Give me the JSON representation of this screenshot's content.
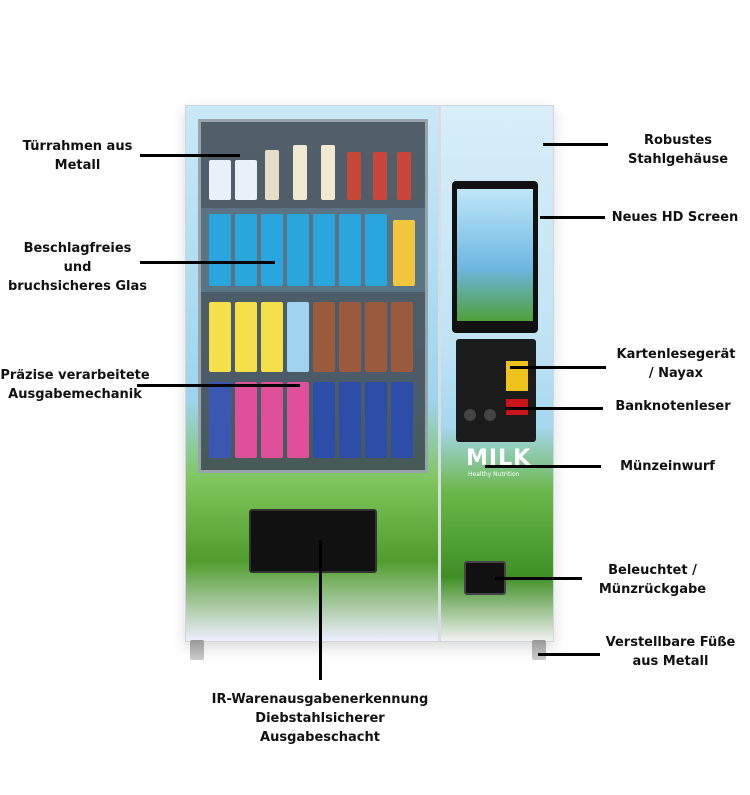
{
  "labels": {
    "door_frame": [
      "Türrahmen aus",
      "Metall"
    ],
    "glass": [
      "Beschlagfreies",
      "und",
      "bruchsicheres Glas"
    ],
    "mechanism": [
      "Präzise verarbeitete",
      "Ausgabemechanik"
    ],
    "housing": [
      "Robustes",
      "Stahlgehäuse"
    ],
    "screen": [
      "Neues HD Screen"
    ],
    "card_reader": [
      "Kartenlesegerät",
      "/ Nayax"
    ],
    "bill_reader": [
      "Banknotenleser"
    ],
    "coin_slot": [
      "Münzeinwurf"
    ],
    "coin_return": [
      "Beleuchtet /",
      "Münzrückgabe"
    ],
    "feet": [
      "Verstellbare Füße",
      "aus Metall"
    ],
    "delivery": [
      "IR-Warenausgabenerkennung",
      "Diebstahlsicherer",
      "Ausgabeschacht"
    ]
  },
  "machine": {
    "brand_text": "MILK",
    "brand_sub": "Healthy Nutrition"
  },
  "colors": {
    "line": "#000000",
    "sky": "#9dd4ef",
    "grass": "#4f9d2c"
  }
}
